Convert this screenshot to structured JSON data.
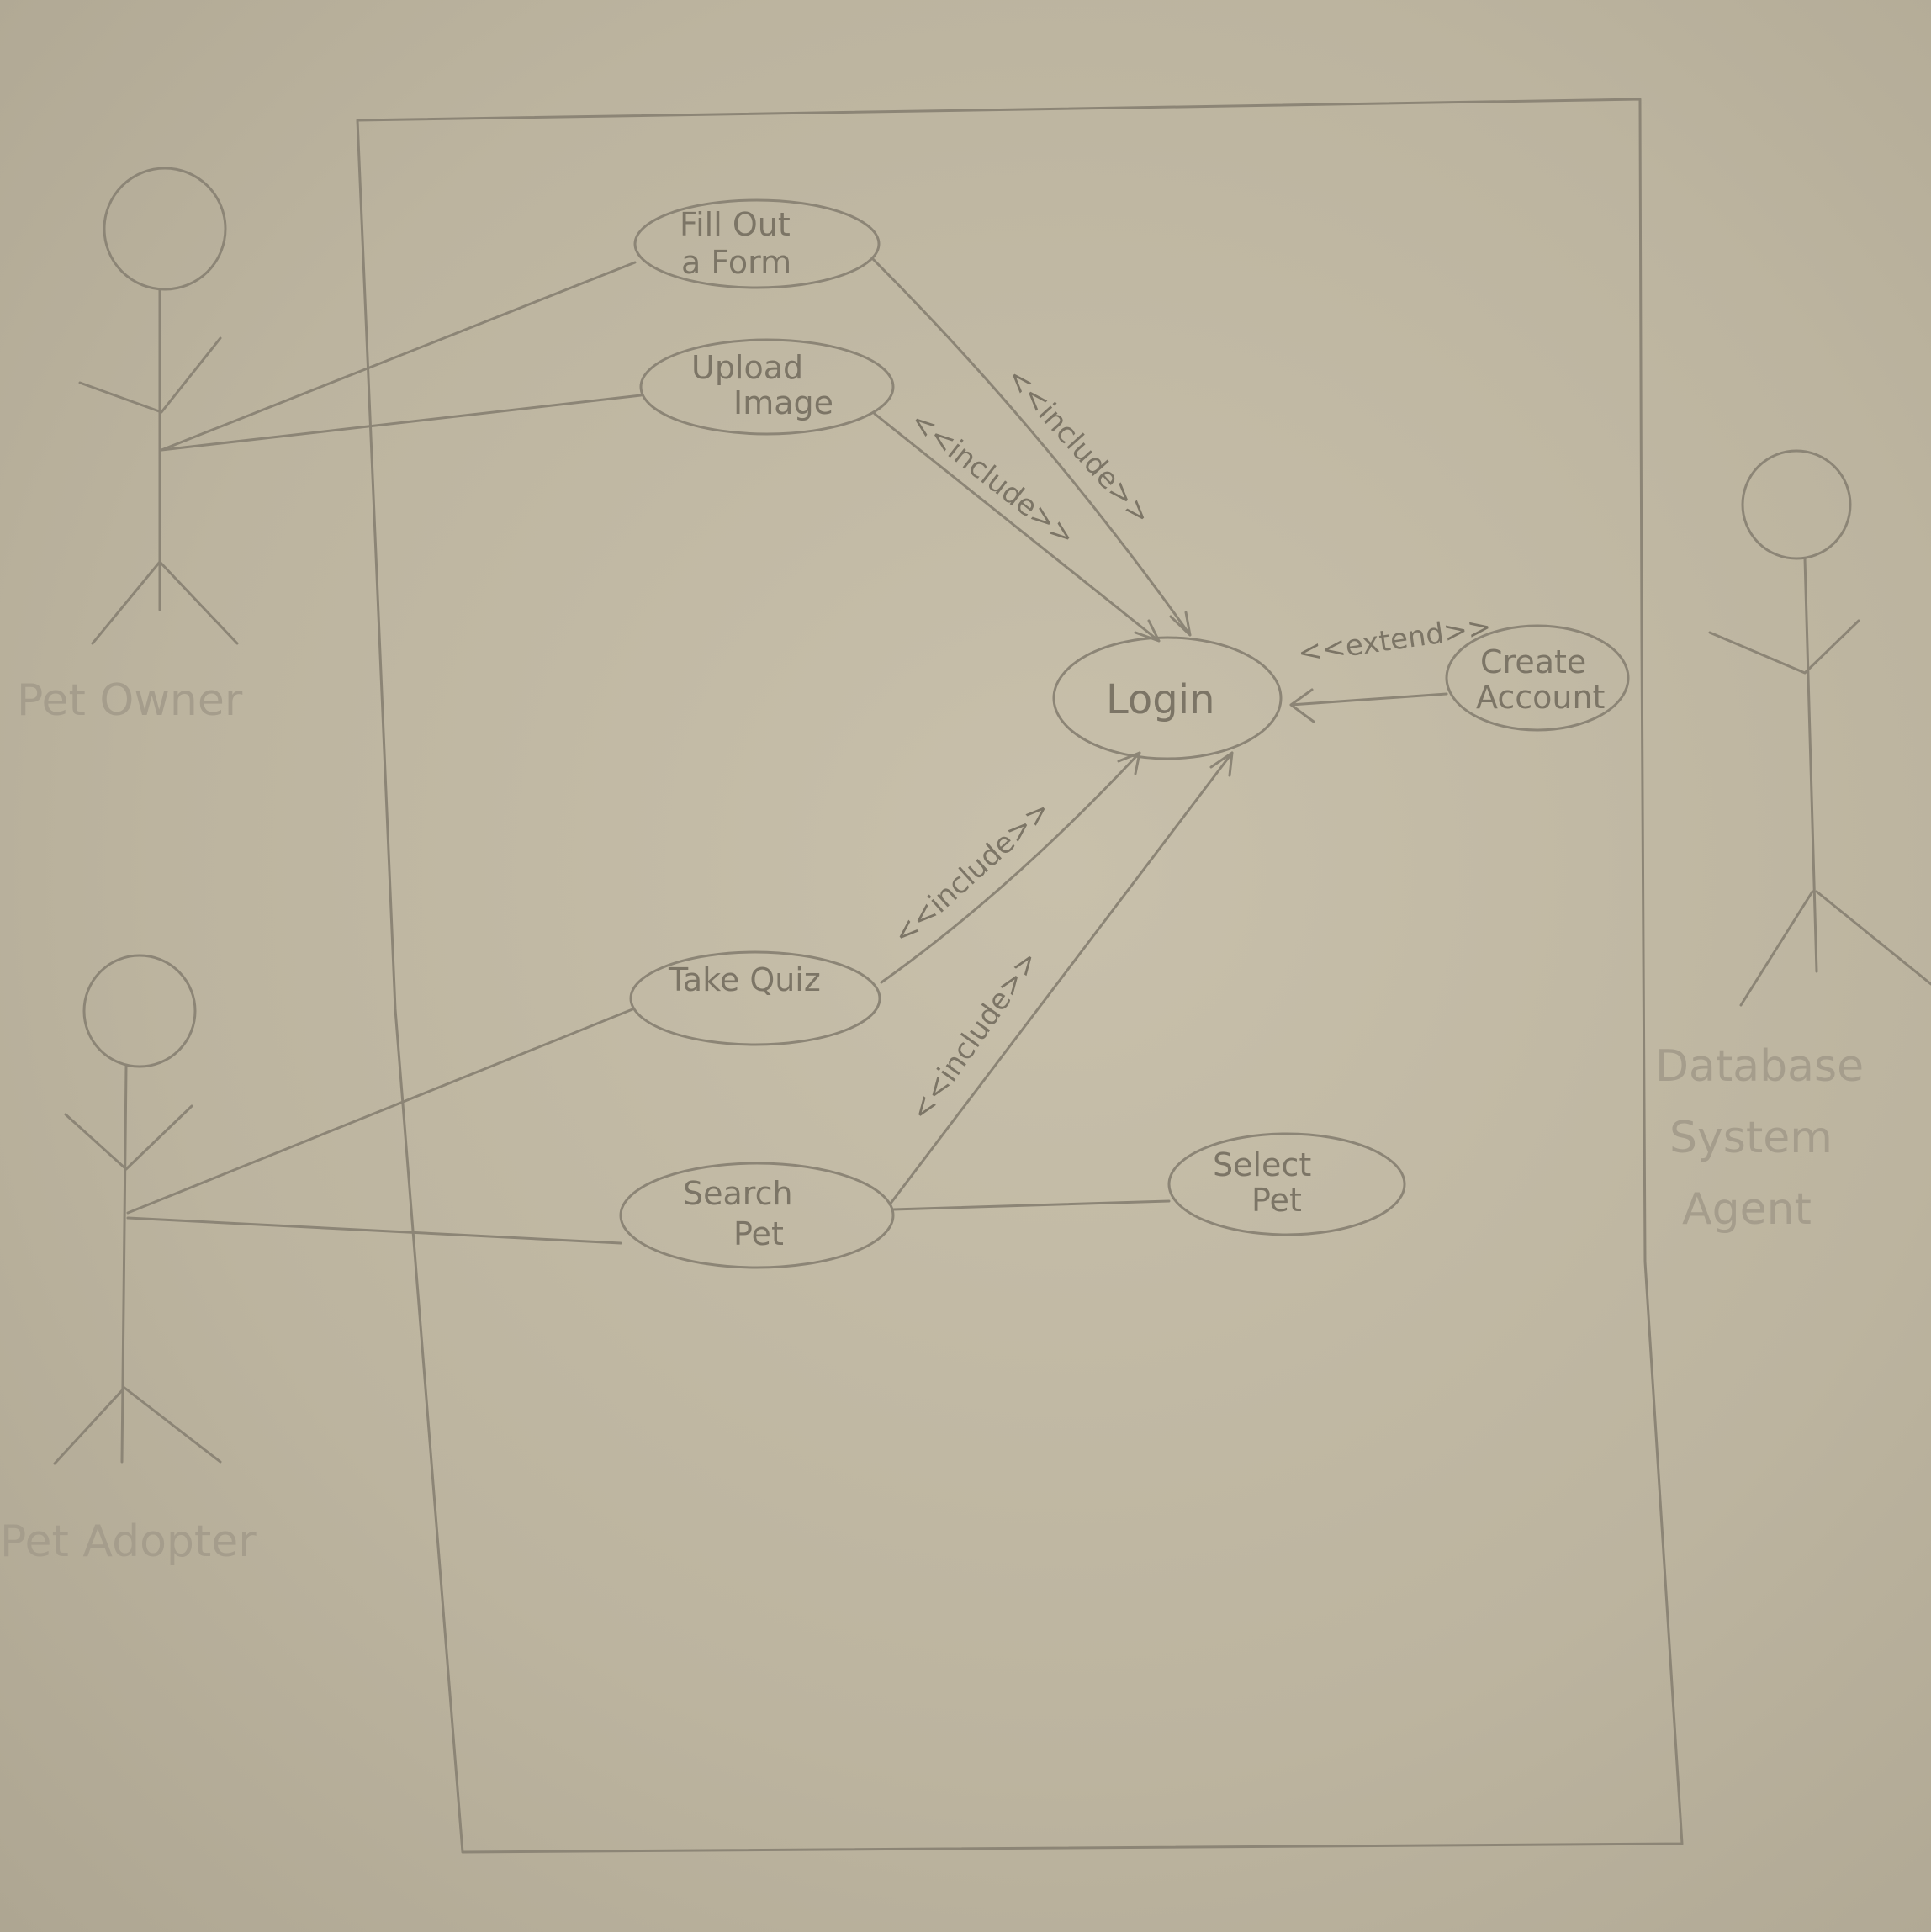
{
  "actors": {
    "pet_owner": "Pet Owner",
    "pet_adopter": "Pet Adopter",
    "database_agent": [
      "Database",
      "System",
      "Agent"
    ]
  },
  "use_cases": {
    "fill_form": [
      "Fill Out",
      "a Form"
    ],
    "upload_image": [
      "Upload",
      "Image"
    ],
    "login": "Login",
    "create_account": [
      "Create",
      "Account"
    ],
    "take_quiz": "Take Quiz",
    "search_pet": [
      "Search",
      "Pet"
    ],
    "select_pet": [
      "Select",
      "Pet"
    ]
  },
  "relations": {
    "include_fill_form": "<<include>>",
    "include_upload_image": "<<include>>",
    "extend_create_account": "<<extend>>",
    "include_take_quiz": "<<include>>",
    "include_search_pet": "<<include>>"
  }
}
